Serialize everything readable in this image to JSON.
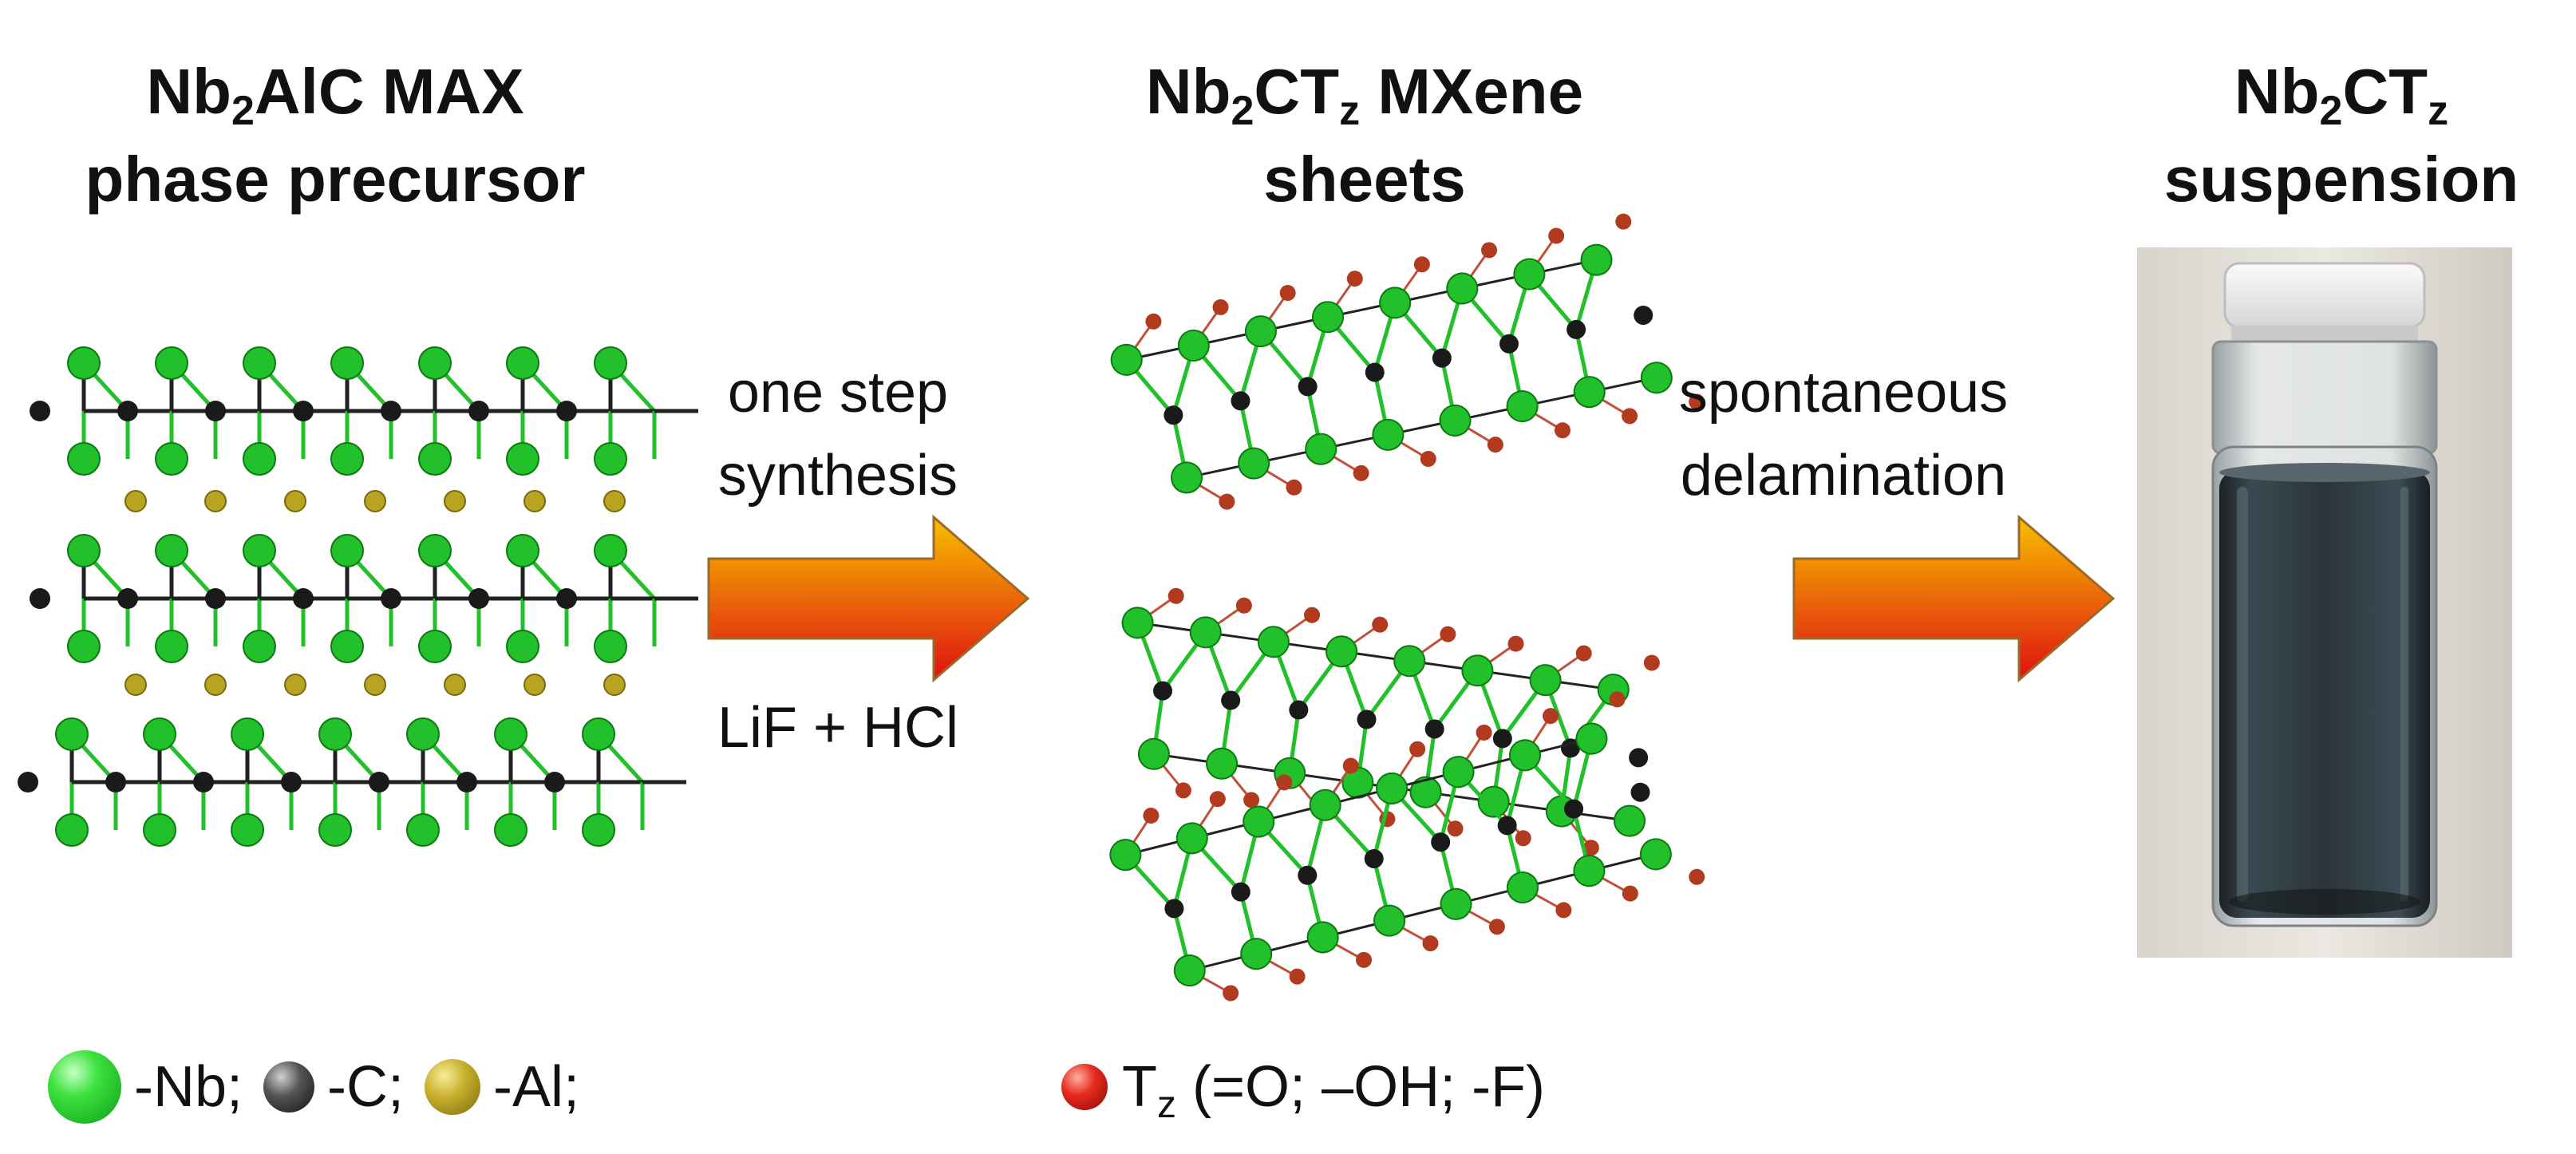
{
  "columns": {
    "max": {
      "title_line1_pre": "Nb",
      "title_line1_sub": "2",
      "title_line1_post": "AlC MAX",
      "title_line2": "phase precursor"
    },
    "mxene": {
      "title_line1_pre": "Nb",
      "title_line1_sub": "2",
      "title_line1_mid": "CT",
      "title_line1_sub2": "z",
      "title_line1_post": " MXene",
      "title_line2": "sheets"
    },
    "suspension": {
      "title_line1_pre": "Nb",
      "title_line1_sub": "2",
      "title_line1_mid": "CT",
      "title_line1_sub2": "z",
      "title_line2": "suspension"
    }
  },
  "steps": {
    "synthesis": {
      "line1": "one step",
      "line2": "synthesis",
      "reagents": "LiF + HCl"
    },
    "delamination": {
      "line1": "spontaneous",
      "line2": "delamination"
    }
  },
  "legend": {
    "nb": "-Nb;",
    "c": "-C;",
    "al": "-Al;",
    "tz_main": "T",
    "tz_sub": "z",
    "tz_groups": " (=O; –OH; -F)"
  },
  "colors": {
    "nb": "#22c02a",
    "c": "#1a1a1a",
    "al": "#b8a420",
    "tz": "#b23a1e",
    "arrow_start": "#e01010",
    "arrow_end": "#f4b800"
  }
}
